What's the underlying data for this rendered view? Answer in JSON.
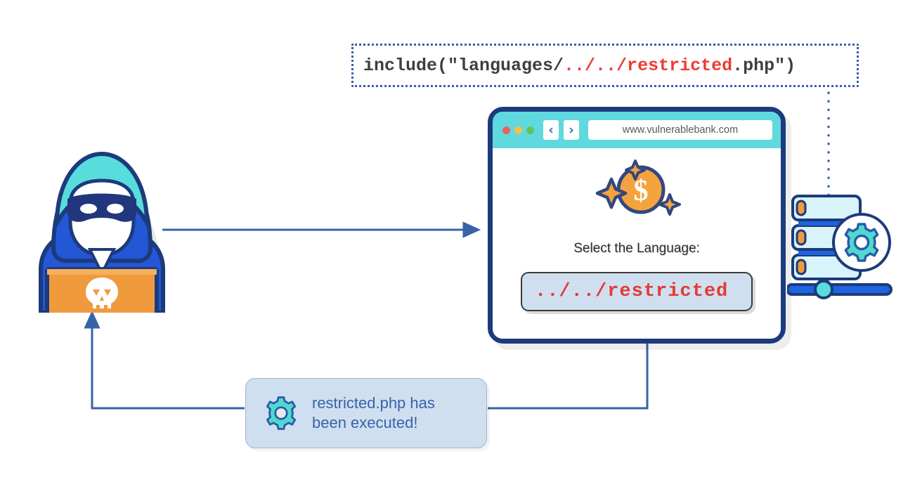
{
  "diagram": {
    "title": "PHP Local File Inclusion path traversal attack flow",
    "colors": {
      "navy": "#1c3b7c",
      "teal": "#5fd9dd",
      "orange": "#f09a3e",
      "red": "#e23b32",
      "blue_line": "#3a62a8",
      "light_blue": "#cfdff0",
      "hood_blue": "#2457d6"
    }
  },
  "code_callout": {
    "name": "include-statement",
    "prefix": "include(\"languages/",
    "highlight": "../../restricted",
    "suffix": ".php\")",
    "full": "include(\"languages/../../restricted.php\")"
  },
  "browser": {
    "traffic_lights": [
      "close-dot",
      "minimize-dot",
      "maximize-dot"
    ],
    "back_label": "‹",
    "forward_label": "›",
    "url": "www.vulnerablebank.com",
    "content": {
      "logo_name": "dollar-coin-sparkle-icon",
      "select_label": "Select the Language:",
      "input_value": "../../restricted",
      "input_placeholder": "../../restricted"
    }
  },
  "message_box": {
    "icon_name": "gear-icon",
    "line1": "restricted.php has",
    "line2": "been executed!",
    "text": "restricted.php has been executed!"
  },
  "actors": {
    "hacker": {
      "name": "hacker-illustration",
      "laptop_icon": "skull-icon"
    },
    "server": {
      "name": "server-illustration",
      "badge_icon": "gear-icon",
      "rack_count": 3,
      "led_color": "#f09a3e"
    }
  },
  "arrows": [
    {
      "name": "arrow-hacker-to-browser",
      "from": "hacker",
      "to": "browser",
      "direction": "right"
    },
    {
      "name": "connector-browser-to-server",
      "from": "code-callout",
      "to": "server",
      "style": "dotted"
    },
    {
      "name": "arrow-browser-to-message",
      "from": "browser",
      "to": "message-box",
      "direction": "left"
    },
    {
      "name": "arrow-message-to-hacker",
      "from": "message-box",
      "to": "hacker",
      "direction": "up"
    }
  ]
}
